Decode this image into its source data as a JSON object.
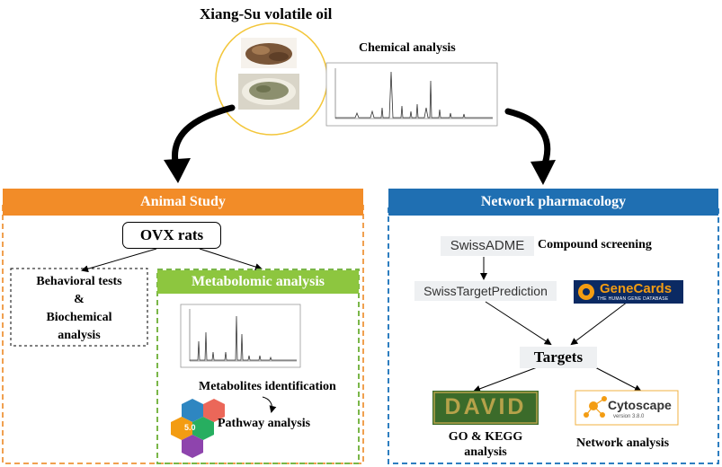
{
  "top": {
    "title": "Xiang-Su volatile oil",
    "chemical_label": "Chemical analysis"
  },
  "animal": {
    "header": "Animal Study",
    "ovx": "OVX rats",
    "behavioral_line1": "Behavioral tests",
    "behavioral_line2": "&",
    "behavioral_line3": "Biochemical",
    "behavioral_line4": "analysis",
    "metabolomic_header": "Metabolomic analysis",
    "metabolites": "Metabolites identification",
    "pathway": "Pathway analysis",
    "metaboanalyst_version": "5.0"
  },
  "network": {
    "header": "Network pharmacology",
    "swissadme": "SwissADME",
    "compound_screening": "Compound screening",
    "swisstarget": "SwissTargetPrediction",
    "genecards": "GeneCards",
    "genecards_sub": "THE HUMAN GENE DATABASE",
    "targets": "Targets",
    "david": "DAVID",
    "cytoscape": "Cytoscape",
    "cytoscape_version": "version 3.8.0",
    "go_line1": "GO & KEGG",
    "go_line2": "analysis",
    "network_analysis": "Network analysis"
  },
  "colors": {
    "orange": "#f28c28",
    "orange_dash": "#f0a050",
    "blue": "#1f6fb2",
    "blue_dash": "#2e7ec0",
    "green": "#8dc63f",
    "green_dash": "#7ab648",
    "circle": "#f3c63a"
  }
}
